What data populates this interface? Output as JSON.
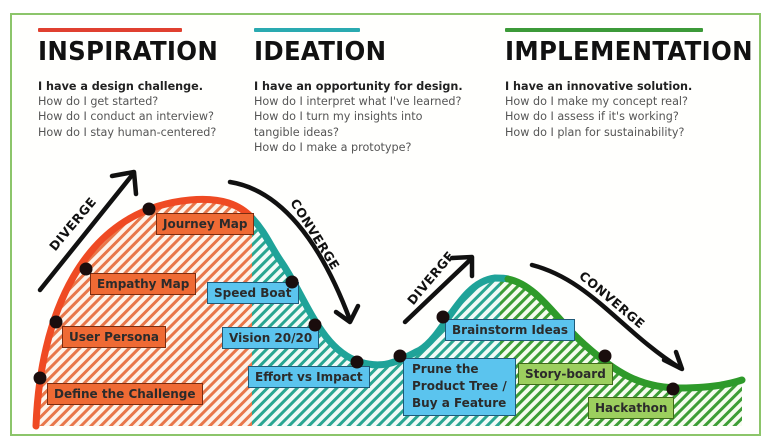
{
  "phases": [
    {
      "title": "INSPIRATION",
      "color": "#e9402b",
      "lead": "I have a design challenge.",
      "questions": [
        "How do I get started?",
        "How do I conduct an interview?",
        "How do I stay human-centered?"
      ]
    },
    {
      "title": "IDEATION",
      "color": "#22a7a0",
      "lead": "I have an opportunity for design.",
      "questions": [
        "How do I interpret what I've learned?",
        "How do I turn my insights into",
        "tangible ideas?",
        "How do I make a prototype?"
      ]
    },
    {
      "title": "IMPLEMENTATION",
      "color": "#3a9a2a",
      "lead": "I have an innovative solution.",
      "questions": [
        "How do I make my concept real?",
        "How do I assess if it's working?",
        "How do I plan for sustainability?"
      ]
    }
  ],
  "arrows": [
    {
      "label": "DIVERGE"
    },
    {
      "label": "CONVERGE"
    },
    {
      "label": "DIVERGE"
    },
    {
      "label": "CONVERGE"
    }
  ],
  "methods": {
    "inspiration": [
      "Journey Map",
      "Empathy Map",
      "User Persona",
      "Define the Challenge"
    ],
    "ideation": [
      "Speed Boat",
      "Vision 20/20",
      "Effort vs Impact",
      "Brainstorm Ideas"
    ],
    "ideation_multiline": [
      "Prune the",
      "Product Tree /",
      "Buy a Feature"
    ],
    "implementation": [
      "Story-board",
      "Hackathon"
    ]
  },
  "colors": {
    "inspiration": "#ef4a23",
    "ideation": "#1fa399",
    "implementation": "#2e9a2a",
    "frame": "#8cc56a"
  }
}
